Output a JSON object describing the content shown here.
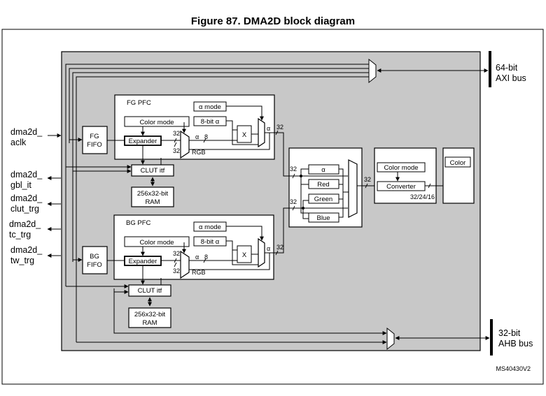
{
  "title": "Figure 87. DMA2D block diagram",
  "figure_id": "MS40430V2",
  "colors": {
    "core_fill": "#c8c8c8",
    "block_fill": "#ffffff",
    "stroke": "#000000"
  },
  "external_signals": [
    {
      "line1": "dma2d_",
      "line2": "aclk",
      "direction": "in"
    },
    {
      "line1": "dma2d_",
      "line2": "gbl_it",
      "direction": "out"
    },
    {
      "line1": "dma2d_",
      "line2": "clut_trg",
      "direction": "out"
    },
    {
      "line1": "dma2d_",
      "line2": "tc_trg",
      "direction": "out"
    },
    {
      "line1": "dma2d_",
      "line2": "tw_trg",
      "direction": "out"
    }
  ],
  "buses": {
    "axi": {
      "line1": "64-bit",
      "line2": "AXI bus"
    },
    "ahb": {
      "line1": "32-bit",
      "line2": "AHB bus"
    }
  },
  "fg": {
    "fifo_line1": "FG",
    "fifo_line2": "FIFO",
    "pfc_label": "FG PFC",
    "color_mode": "Color mode",
    "expander": "Expander",
    "alpha_mode": "α mode",
    "alpha_8bit": "8-bit α",
    "multiply": "X",
    "bus_32a": "32",
    "bus_32b": "32",
    "alpha_label": "α",
    "bus_8": "8",
    "rgb_label": "RGB",
    "alpha_out": "α",
    "out_32": "32",
    "clut": "CLUT itf",
    "ram_line1": "256x32-bit",
    "ram_line2": "RAM"
  },
  "bg": {
    "fifo_line1": "BG",
    "fifo_line2": "FIFO",
    "pfc_label": "BG PFC",
    "color_mode": "Color mode",
    "expander": "Expander",
    "alpha_mode": "α mode",
    "alpha_8bit": "8-bit α",
    "multiply": "X",
    "bus_32a": "32",
    "bus_32b": "32",
    "alpha_label": "α",
    "bus_8": "8",
    "rgb_label": "RGB",
    "alpha_out": "α",
    "out_32": "32",
    "clut": "CLUT itf",
    "ram_line1": "256x32-bit",
    "ram_line2": "RAM"
  },
  "blender": {
    "in_fg": "32",
    "in_bg": "32",
    "channels": [
      "α",
      "Red",
      "Green",
      "Blue"
    ],
    "out": "32"
  },
  "output_pfc": {
    "color_mode": "Color mode",
    "converter": "Converter",
    "widths": "32/24/16"
  },
  "output_fifo": {
    "label": "Color"
  }
}
